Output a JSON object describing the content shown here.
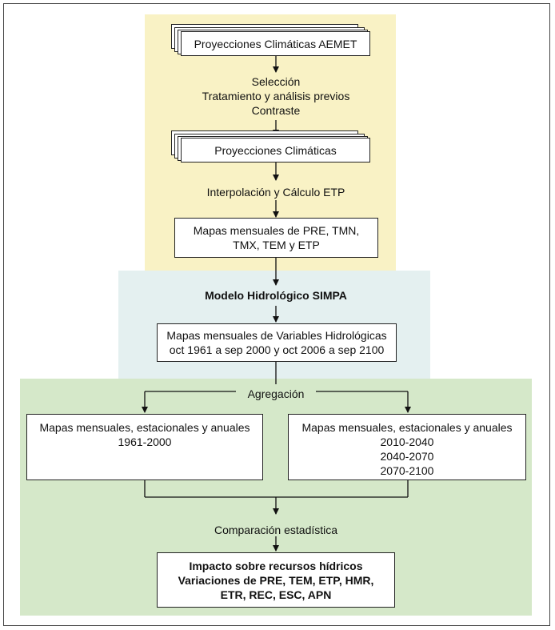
{
  "stage1": {
    "box1": "Proyecciones Climáticas AEMET",
    "steps": [
      "Selección",
      "Tratamiento y análisis previos",
      "Contraste"
    ],
    "box2": "Proyecciones Climáticas",
    "step2": "Interpolación y Cálculo ETP",
    "box3": [
      "Mapas mensuales de PRE, TMN,",
      "TMX, TEM y ETP"
    ]
  },
  "stage2": {
    "title": "Modelo Hidrológico SIMPA",
    "box": [
      "Mapas mensuales de Variables Hidrológicas",
      "oct 1961 a sep 2000 y oct 2006 a sep 2100"
    ]
  },
  "stage3": {
    "aggregation": "Agregación",
    "left_box": [
      "Mapas mensuales, estacionales y anuales",
      "1961-2000"
    ],
    "right_box": [
      "Mapas mensuales, estacionales y anuales",
      "2010-2040",
      "2040-2070",
      "2070-2100"
    ],
    "comparison": "Comparación estadística",
    "final_box": [
      "Impacto sobre recursos hídricos",
      "Variaciones de PRE, TEM, ETP, HMR,",
      "ETR, REC, ESC, APN"
    ]
  }
}
